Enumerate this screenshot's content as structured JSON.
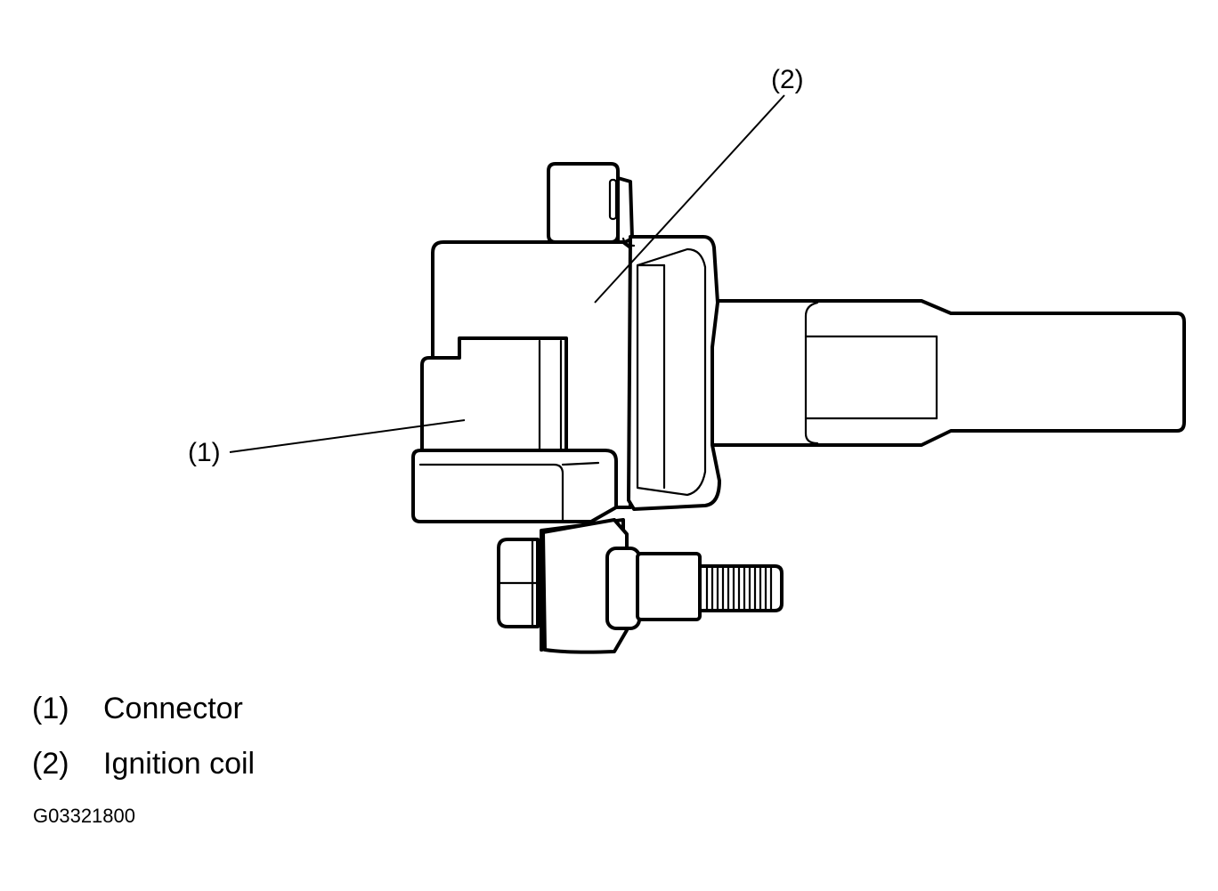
{
  "callouts": {
    "connector": "(1)",
    "ignition_coil": "(2)"
  },
  "legend": [
    {
      "number": "(1)",
      "label": "Connector"
    },
    {
      "number": "(2)",
      "label": "Ignition coil"
    }
  ],
  "figure_code": "G03321800",
  "colors": {
    "line": "#000000",
    "background": "#ffffff"
  }
}
